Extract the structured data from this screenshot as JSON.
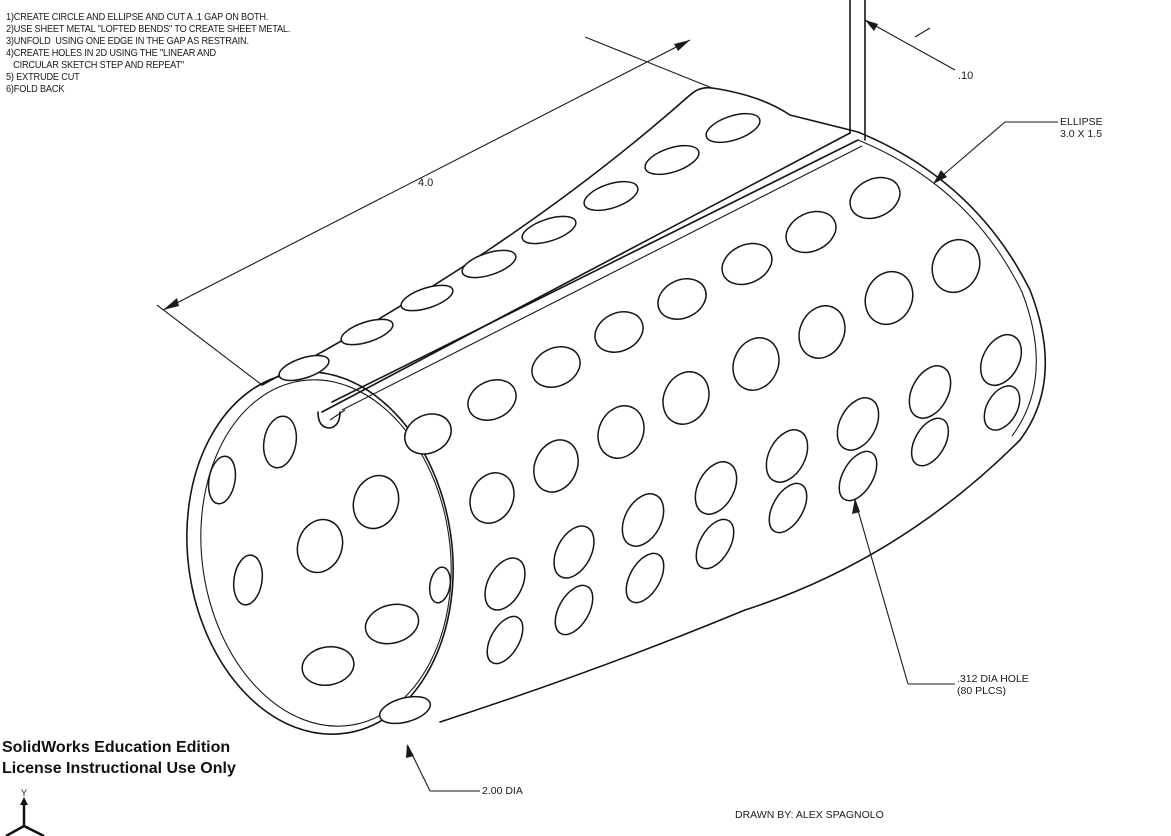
{
  "notes": [
    "1)CREATE CIRCLE AND ELLIPSE AND CUT A .1 GAP ON BOTH.",
    "2)USE SHEET METAL \"LOFTED BENDS\" TO CREATE SHEET METAL.",
    "3)UNFOLD  USING ONE EDGE IN THE GAP AS RESTRAIN.",
    "4)CREATE HOLES IN 2D USING THE \"LINEAR AND",
    "   CIRCULAR SKETCH STEP AND REPEAT\"",
    "5) EXTRUDE CUT",
    "6)FOLD BACK"
  ],
  "dimensions": {
    "length": "4.0",
    "gap": ".10",
    "ellipse_line1": "ELLIPSE",
    "ellipse_line2": "3.0 X 1.5",
    "hole_line1": ".312 DIA HOLE",
    "hole_line2": "(80 PLCS)",
    "circle_dia": "2.00 DIA"
  },
  "license_line1": "SolidWorks Education Edition",
  "license_line2": "License Instructional Use Only",
  "drawn_by": "DRAWN BY: ALEX SPAGNOLO",
  "triad_axis_label": "Y"
}
